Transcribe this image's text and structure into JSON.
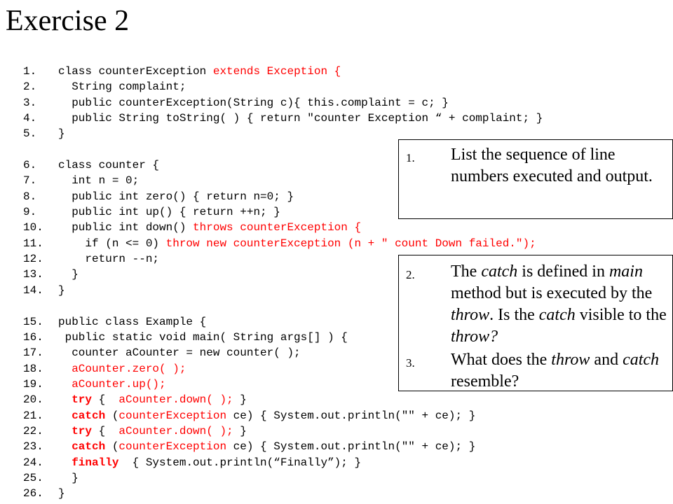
{
  "title": "Exercise 2",
  "code": {
    "lines": [
      {
        "num": "1.",
        "gap": false,
        "segments": [
          {
            "t": "class counterException ",
            "s": ""
          },
          {
            "t": "extends Exception {",
            "s": "red"
          }
        ]
      },
      {
        "num": "2.",
        "gap": false,
        "segments": [
          {
            "t": "  String complaint;",
            "s": ""
          }
        ]
      },
      {
        "num": "3.",
        "gap": false,
        "segments": [
          {
            "t": "  public counterException(String c){ this.complaint = c; }",
            "s": ""
          }
        ]
      },
      {
        "num": "4.",
        "gap": false,
        "segments": [
          {
            "t": "  public String toString( ) { return \"counter Exception “ + complaint; }",
            "s": ""
          }
        ]
      },
      {
        "num": "5.",
        "gap": false,
        "segments": [
          {
            "t": "}",
            "s": ""
          }
        ]
      },
      {
        "num": "6.",
        "gap": true,
        "segments": [
          {
            "t": "class counter {",
            "s": ""
          }
        ]
      },
      {
        "num": "7.",
        "gap": false,
        "segments": [
          {
            "t": "  int n = 0;",
            "s": ""
          }
        ]
      },
      {
        "num": "8.",
        "gap": false,
        "segments": [
          {
            "t": "  public int zero() { return n=0; }",
            "s": ""
          }
        ]
      },
      {
        "num": "9.",
        "gap": false,
        "segments": [
          {
            "t": "  public int up() { return ++n; }",
            "s": ""
          }
        ]
      },
      {
        "num": "10.",
        "gap": false,
        "segments": [
          {
            "t": "  public int down() ",
            "s": ""
          },
          {
            "t": "throws counterException {",
            "s": "red"
          }
        ]
      },
      {
        "num": "11.",
        "gap": false,
        "segments": [
          {
            "t": "    if (n <= 0) ",
            "s": ""
          },
          {
            "t": "throw new counterException (n + \" count Down failed.\");",
            "s": "red"
          }
        ]
      },
      {
        "num": "12.",
        "gap": false,
        "segments": [
          {
            "t": "    return --n;",
            "s": ""
          }
        ]
      },
      {
        "num": "13.",
        "gap": false,
        "segments": [
          {
            "t": "  }",
            "s": ""
          }
        ]
      },
      {
        "num": "14.",
        "gap": false,
        "segments": [
          {
            "t": "}",
            "s": ""
          }
        ]
      },
      {
        "num": "15.",
        "gap": true,
        "segments": [
          {
            "t": "public class Example {",
            "s": ""
          }
        ]
      },
      {
        "num": "16.",
        "gap": false,
        "segments": [
          {
            "t": " public static void main( String args[] ) {",
            "s": ""
          }
        ]
      },
      {
        "num": "17.",
        "gap": false,
        "segments": [
          {
            "t": "  counter aCounter = new counter( );",
            "s": ""
          }
        ]
      },
      {
        "num": "18.",
        "gap": false,
        "segments": [
          {
            "t": "  ",
            "s": ""
          },
          {
            "t": "aCounter.zero( );",
            "s": "red"
          }
        ]
      },
      {
        "num": "19.",
        "gap": false,
        "segments": [
          {
            "t": "  ",
            "s": ""
          },
          {
            "t": "aCounter.up();",
            "s": "red"
          }
        ]
      },
      {
        "num": "20.",
        "gap": false,
        "segments": [
          {
            "t": "  ",
            "s": ""
          },
          {
            "t": "try",
            "s": "kw"
          },
          {
            "t": " {  ",
            "s": ""
          },
          {
            "t": "aCounter.down( );",
            "s": "red"
          },
          {
            "t": " }",
            "s": ""
          }
        ]
      },
      {
        "num": "21.",
        "gap": false,
        "segments": [
          {
            "t": "  ",
            "s": ""
          },
          {
            "t": "catch",
            "s": "kw"
          },
          {
            "t": " (",
            "s": ""
          },
          {
            "t": "counterException",
            "s": "red"
          },
          {
            "t": " ce) { System.out.println(\"\" + ce); }",
            "s": ""
          }
        ]
      },
      {
        "num": "22.",
        "gap": false,
        "segments": [
          {
            "t": "  ",
            "s": ""
          },
          {
            "t": "try",
            "s": "kw"
          },
          {
            "t": " {  ",
            "s": ""
          },
          {
            "t": "aCounter.down( );",
            "s": "red"
          },
          {
            "t": " }",
            "s": ""
          }
        ]
      },
      {
        "num": "23.",
        "gap": false,
        "segments": [
          {
            "t": "  ",
            "s": ""
          },
          {
            "t": "catch",
            "s": "kw"
          },
          {
            "t": " (",
            "s": ""
          },
          {
            "t": "counterException",
            "s": "red"
          },
          {
            "t": " ce) { System.out.println(\"\" + ce); }",
            "s": ""
          }
        ]
      },
      {
        "num": "24.",
        "gap": false,
        "segments": [
          {
            "t": "  ",
            "s": ""
          },
          {
            "t": "finally",
            "s": "kw"
          },
          {
            "t": "  { System.out.println(“Finally”); }",
            "s": ""
          }
        ]
      },
      {
        "num": "25.",
        "gap": false,
        "segments": [
          {
            "t": "  }",
            "s": ""
          }
        ]
      },
      {
        "num": "26.",
        "gap": false,
        "segments": [
          {
            "t": "}",
            "s": ""
          }
        ]
      }
    ]
  },
  "box1": {
    "items": [
      {
        "num": "1.",
        "parts": [
          {
            "t": "List the sequence of line numbers executed and output.",
            "i": false
          }
        ]
      }
    ]
  },
  "box2": {
    "items": [
      {
        "num": "2.",
        "parts": [
          {
            "t": "The ",
            "i": false
          },
          {
            "t": "catch",
            "i": true
          },
          {
            "t": " is defined in ",
            "i": false
          },
          {
            "t": "main",
            "i": true
          },
          {
            "t": " method but is executed by the ",
            "i": false
          },
          {
            "t": "throw",
            "i": true
          },
          {
            "t": ". Is the ",
            "i": false
          },
          {
            "t": "catch",
            "i": true
          },
          {
            "t": " visible to the ",
            "i": false
          },
          {
            "t": "throw?",
            "i": true
          }
        ]
      },
      {
        "num": "3.",
        "parts": [
          {
            "t": "What does the ",
            "i": false
          },
          {
            "t": "throw",
            "i": true
          },
          {
            "t": " and ",
            "i": false
          },
          {
            "t": "catch",
            "i": true
          },
          {
            "t": " resemble?",
            "i": false
          }
        ]
      }
    ]
  }
}
